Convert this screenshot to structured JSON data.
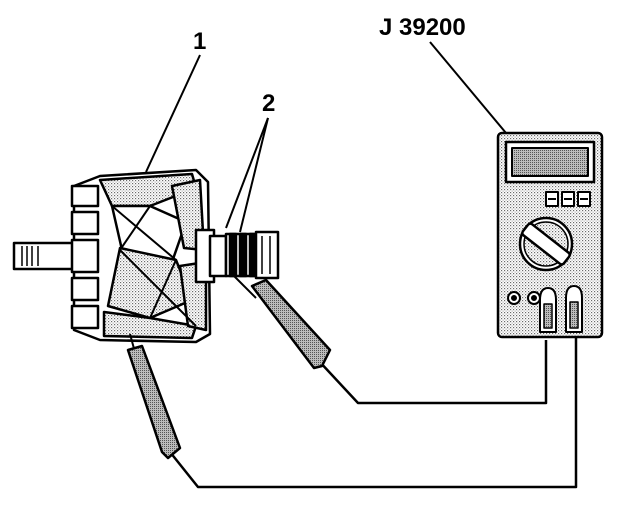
{
  "callouts": {
    "rotor": "1",
    "slip_rings": "2",
    "tool": "J 39200"
  },
  "components": [
    {
      "name": "rotor-assembly",
      "callout": "1"
    },
    {
      "name": "slip-rings",
      "callout": "2"
    },
    {
      "name": "digital-multimeter",
      "callout": "J 39200"
    },
    {
      "name": "test-probe",
      "count": 2
    }
  ],
  "colors": {
    "ink": "#000000",
    "background": "#ffffff",
    "shading": "#9a9a9a"
  }
}
